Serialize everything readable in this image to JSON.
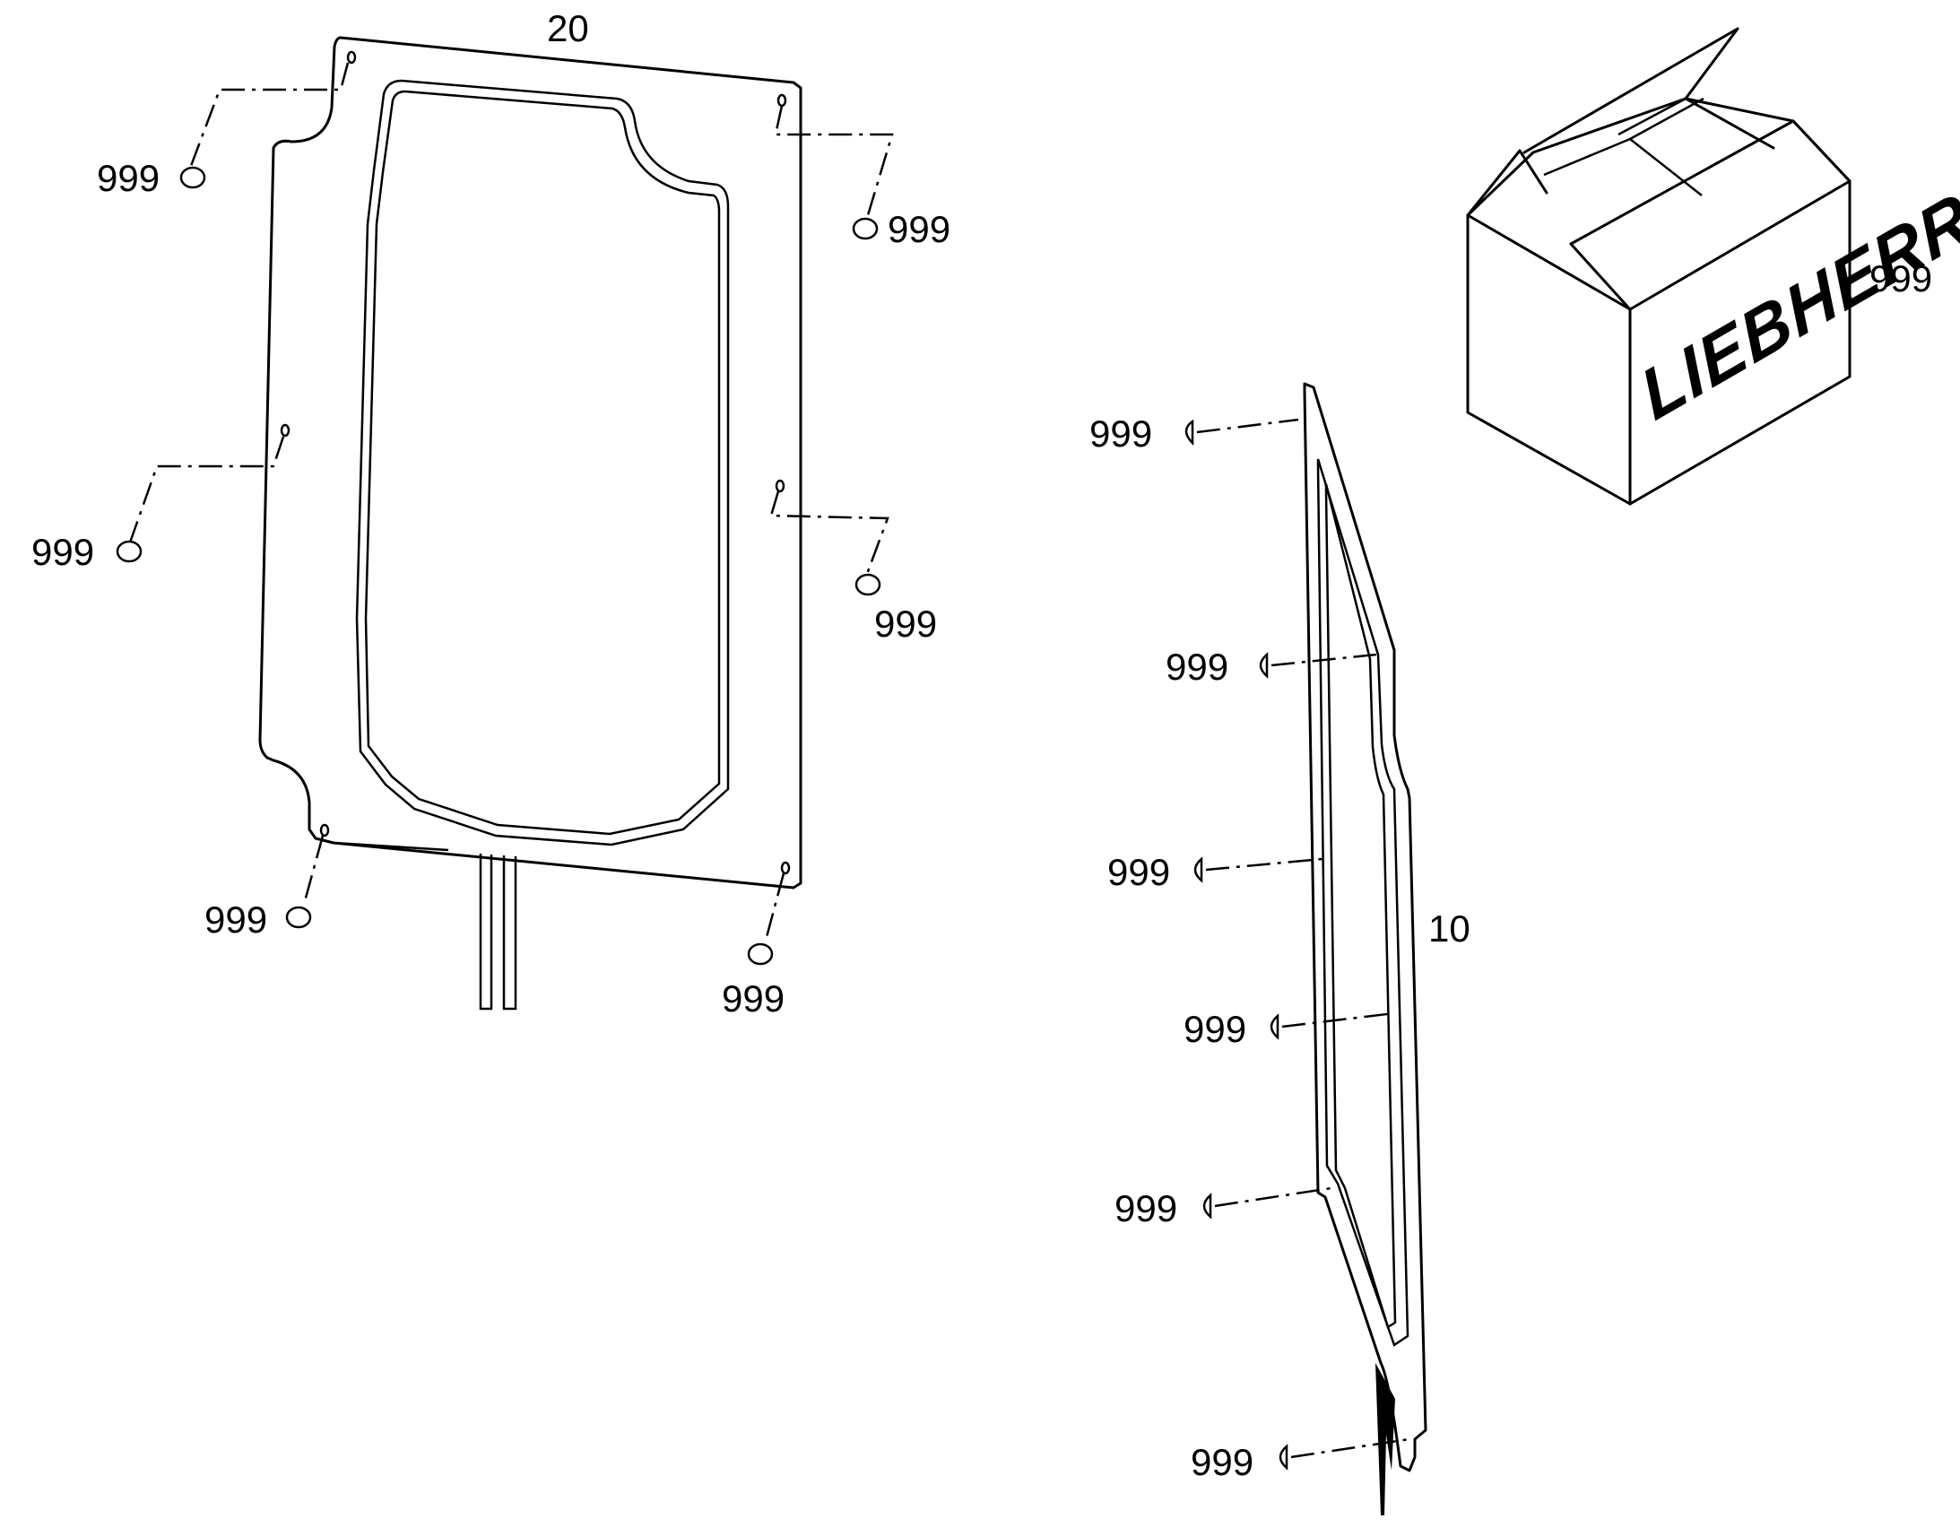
{
  "callouts": {
    "part_20": "20",
    "part_10": "10",
    "fastener": "999",
    "packaging": "999"
  },
  "brand": {
    "logo_text": "LIEBHERR"
  }
}
